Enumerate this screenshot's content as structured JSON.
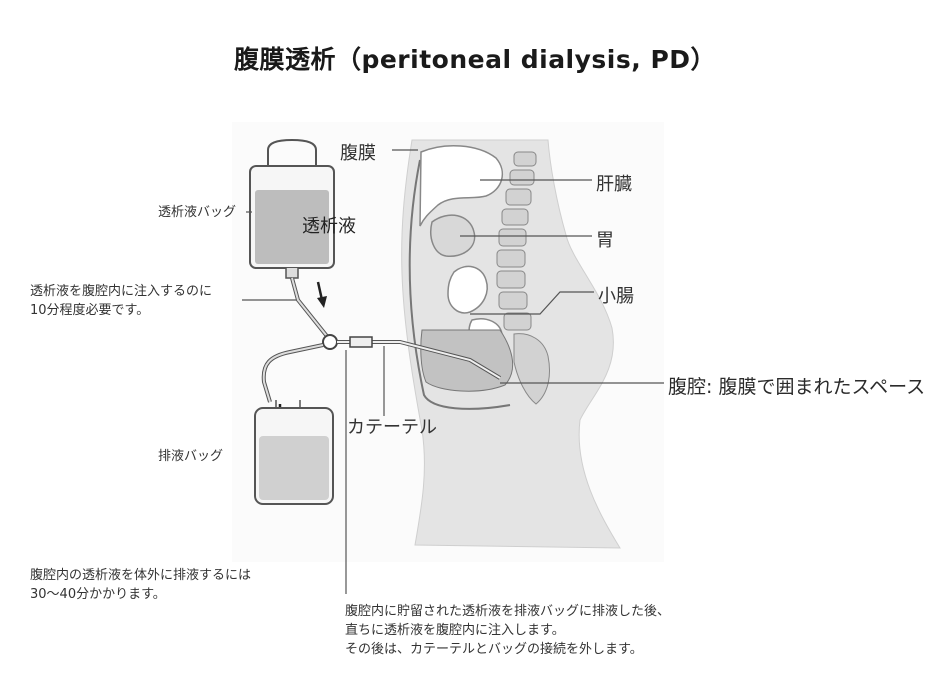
{
  "title": "腹膜透析（peritoneal dialysis, PD）",
  "labels": {
    "dialysate_bag": "透析液バッグ",
    "dialysate": "透析液",
    "drain_bag": "排液バッグ",
    "peritoneum": "腹膜",
    "liver": "肝臓",
    "stomach": "胃",
    "small_intestine": "小腸",
    "catheter": "カテーテル",
    "peritoneal_cavity": "腹腔: 腹膜で囲まれたスペース"
  },
  "notes": {
    "fill_line1": "透析液を腹腔内に注入するのに",
    "fill_line2": "10分程度必要です。",
    "drain_line1": "腹腔内の透析液を体外に排液するには",
    "drain_line2": "30～40分かかります。",
    "exchange_line1": "腹腔内に貯留された透析液を排液バッグに排液した後、",
    "exchange_line2": "直ちに透析液を腹腔内に注入します。",
    "exchange_line3": "その後は、カテーテルとバッグの接続を外します。"
  },
  "colors": {
    "body_fill": "#e4e4e4",
    "organ_fill": "#ffffff",
    "spine_fill": "#d2d2d2",
    "fluid_fill": "#c2c2c2",
    "line": "#444444"
  }
}
